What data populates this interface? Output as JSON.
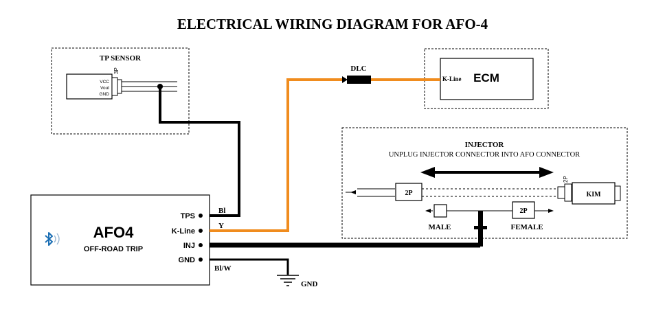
{
  "title": "ELECTRICAL WIRING DIAGRAM FOR AFO-4",
  "tp_sensor": {
    "label": "TP SENSOR",
    "pin_count": "3P",
    "pins": [
      "VCC",
      "Vout",
      "GND"
    ]
  },
  "dlc": {
    "label": "DLC"
  },
  "ecm": {
    "label": "ECM",
    "pin": "K-Line"
  },
  "injector": {
    "title": "INJECTOR",
    "instruction": "UNPLUG INJECTOR CONNECTOR INTO AFO CONNECTOR",
    "plug_left": "2P",
    "plug_right_pins": "2P",
    "kim": "KIM",
    "male": "MALE",
    "female": "FEMALE",
    "female_plug": "2P"
  },
  "afo": {
    "name": "AFO4",
    "subtitle": "OFF-ROAD TRIP",
    "bluetooth_icon": "bluetooth-icon",
    "pins": [
      "TPS",
      "K-Line",
      "INJ",
      "GND"
    ]
  },
  "wires": {
    "tps_color": "Bl",
    "kline_color": "Y",
    "gnd_color": "Bl/W"
  },
  "gnd_label": "GND",
  "colors": {
    "orange": "#F08C1E",
    "black": "#000000",
    "bluetooth": "#1C6FB4"
  }
}
